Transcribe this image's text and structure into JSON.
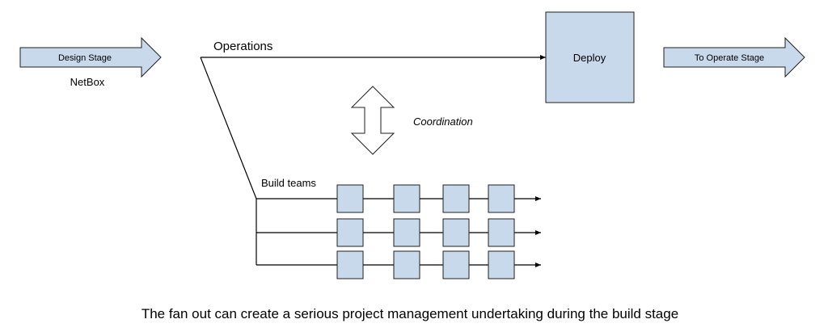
{
  "diagram": {
    "design_stage": "Design Stage",
    "netbox": "NetBox",
    "operations": "Operations",
    "deploy": "Deploy",
    "to_operate_stage": "To Operate Stage",
    "coordination": "Coordination",
    "build_teams": "Build teams",
    "build_lanes": [
      {
        "tasks": 4
      },
      {
        "tasks": 4
      },
      {
        "tasks": 4
      }
    ],
    "colors": {
      "box_fill": "#c9d9ec",
      "stroke": "#1f1f1f"
    }
  },
  "caption": "The fan out can create a serious project management undertaking during the build stage"
}
